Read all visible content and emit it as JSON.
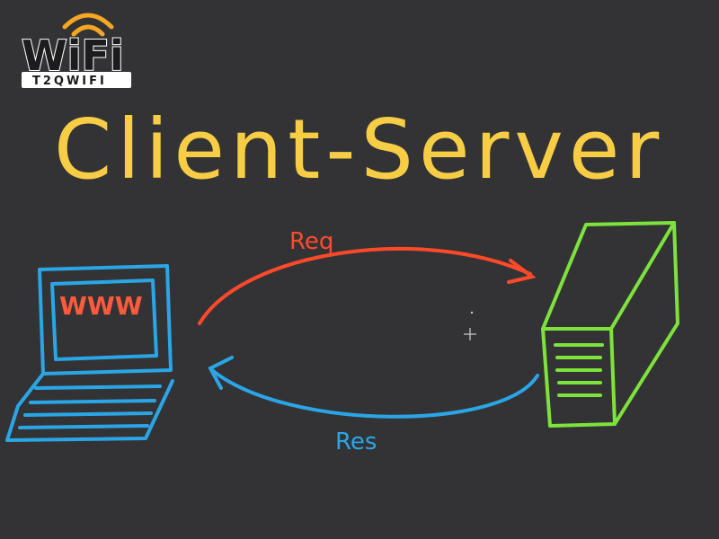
{
  "logo": {
    "brand": "WiFi",
    "tagline": "T2QWIFI",
    "colors": {
      "wifi_arcs": "#f5a623",
      "text": "#1a1a1a",
      "background": "#ffffff"
    }
  },
  "title": {
    "text": "Client-Server",
    "color": "#f6cd45",
    "dash_color": "#f6cd45"
  },
  "diagram": {
    "client": {
      "icon": "laptop-icon",
      "screen_text": "WWW",
      "color": "#2aa6e6",
      "screen_text_color": "#ff5a3c"
    },
    "server": {
      "icon": "server-icon",
      "color": "#7ee23c"
    },
    "request": {
      "label": "Req",
      "color": "#ff4a2a"
    },
    "response": {
      "label": "Res",
      "color": "#2aa6e6"
    },
    "cursor": {
      "icon": "crosshair-cursor-icon"
    }
  }
}
